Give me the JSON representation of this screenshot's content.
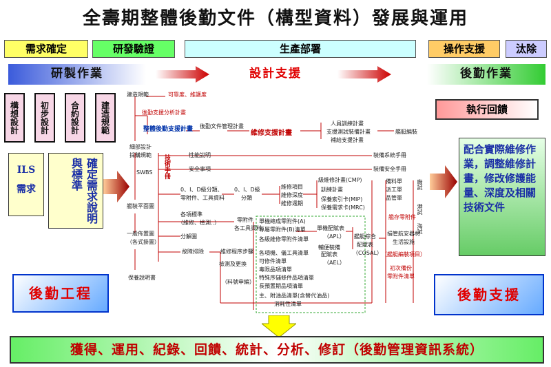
{
  "title": "全壽期整體後勤文件（構型資料）發展與運用",
  "phases": {
    "requirement": "需求確定",
    "dev_test": "研發驗證",
    "production": "生產部署",
    "operation": "操作支援",
    "disposal": "汰除"
  },
  "stages": {
    "rd": "研製作業",
    "design": "設計支援",
    "logistics": "後勤作業"
  },
  "feedback": "執行回饋",
  "left_boxes": [
    "構想設計",
    "初步設計",
    "合約設計",
    "建造規範"
  ],
  "ils_box": "ILS\n需求",
  "confirm_box": "確定需求說明與標準",
  "logistics_engineering": "後勤工程",
  "logistics_support": "後勤支援",
  "right_text": "配合實際維修作業，調整維修計畫，修改修護能量、深度及相關技術文件",
  "bottom_bar": "獲得、運用、紀錄、回饋、統計、分析、修訂（後勤管理資訊系統）",
  "diagram": {
    "build_spec": "建造規範",
    "reliability": "可靠度、維護度",
    "lsa_plan": "後勤支援分析計畫",
    "integrated_plan": "整體後勤支援計畫",
    "doc_mgmt": "後勤文件管理計畫",
    "maint_plan": "維修支援計畫",
    "personnel": "人員訓練計畫",
    "support_test": "支援測試裝備計畫",
    "supply_plan": "補給支援計畫",
    "ship_equip": "艦艇編裝",
    "detail_design": "細部設計",
    "procurement": "採購規範",
    "swbs": "SWBS",
    "tech_manual": "技術手冊",
    "perf_desc": "性能說明",
    "safety": "安全事項",
    "equip_manual": "裝備系統手冊",
    "safety_manual": "裝備安全手冊",
    "od_class": "0、I、D級分類、",
    "parts_tools": "零附件、工具資料",
    "od_level": "0、I、D級",
    "classification": "分類",
    "maint_items": "維修項目",
    "maint_depth": "維修深度",
    "maint_cycle": "維修週期",
    "level_plan": "級維修計畫(CMP)",
    "training_plan": "訓練計畫",
    "mip": "保養索引卡(MIP)",
    "mrc": "保養需求卡(MRC)",
    "ship_mgmt": "備料單",
    "dispatch": "派工單",
    "maint_card": "品管單",
    "arrangement": "艦裝平面圖",
    "items_std": "各項標準",
    "maint_inspect": "（維修、檢測..）",
    "parts": "零附件",
    "tools_list": "各工具資料",
    "single_list": "單機總成零附件(A)",
    "special_list": "專屬零附件(B)清單",
    "level_list": "各級維修零附件清單",
    "equip_spec": "單機配賦表",
    "apl": "（APL）",
    "aux_equip": "輔便裝備",
    "aux_table": "配賦表",
    "ael": "（AEL）",
    "cosal": "艦艇綜合",
    "cosal2": "配賦表",
    "cosal3": "（COSAL）",
    "general_layout": "一般佈置圖",
    "layout_drawings": "（各式掛圖）",
    "analysis": "分解圖",
    "ship_parts": "艦存零附件",
    "repair_tools": "損管航安器材",
    "living": "生活設施",
    "ship_equip_item": "（艦艇編裝項目）",
    "initial_parts": "初次備份",
    "parts_list": "零附件清單",
    "dock_test": "廠試",
    "harbor_test": "港試",
    "sea_test": "海試",
    "troubleshoot": "故障排除",
    "maint_procedure": "維修程序步驟",
    "detect_replace": "檢測及更換",
    "material": "（料號申編）",
    "maint_list": "保養說明書",
    "each_tool": "各項機、儀工具清單",
    "consumables": "可修件清單",
    "hazard": "毒限品項清單",
    "special_cargo": "特殊序儲條件品項清單",
    "long_lead": "長預置期品項清單",
    "attached": "主、附油品清單(含替代油品)",
    "consumption": "消耗性清單"
  }
}
